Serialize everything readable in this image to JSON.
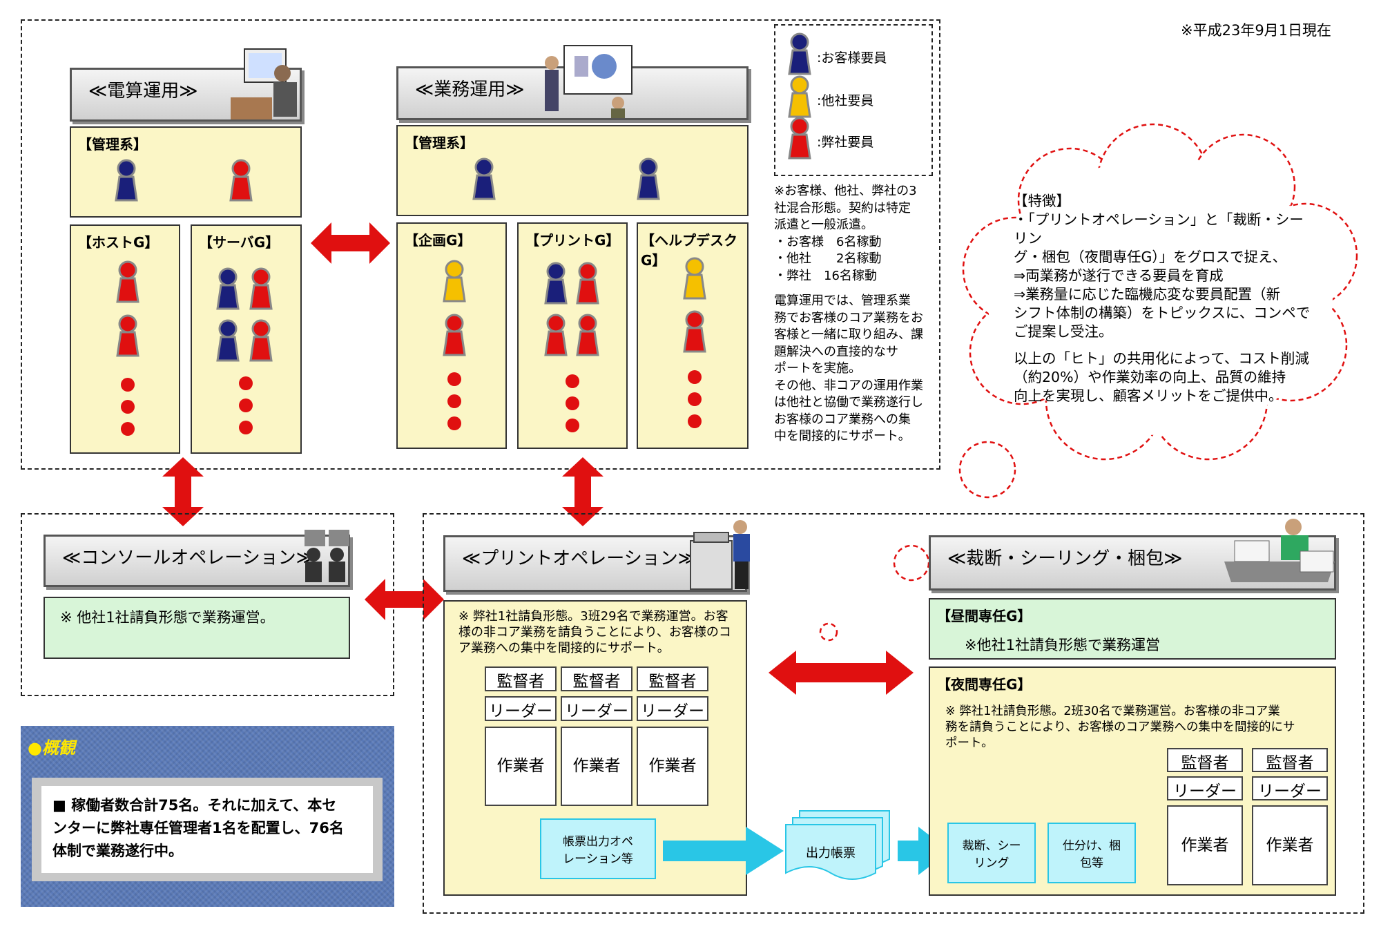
{
  "date_note": "※平成23年9月1日現在",
  "legend": {
    "customer": ":お客様要員",
    "other": ":他社要員",
    "ours": ":弊社要員"
  },
  "dp": {
    "title": "≪電算運用≫",
    "mgmt": "【管理系】",
    "host": "【ホストG】",
    "server": "【サーバG】"
  },
  "biz": {
    "title": "≪業務運用≫",
    "mgmt": "【管理系】",
    "plan": "【企画G】",
    "print": "【プリントG】",
    "help": "【ヘルプデスクG】"
  },
  "side_note": [
    "※お客様、他社、弊社の3",
    "社混合形態。契約は特定",
    "派遣と一般派遣。",
    "・お客様　6名稼動",
    "・他社　　2名稼動",
    "・弊社　16名稼動",
    "",
    "電算運用では、管理系業",
    "務でお客様のコア業務をお",
    "客様と一緒に取り組み、課",
    "題解決への直接的なサ",
    "ポートを実施。",
    "その他、非コアの運用作業",
    "は他社と協働で業務遂行し",
    "お客様のコア業務への集",
    "中を間接的にサポート。"
  ],
  "features": [
    "【特徴】",
    "・「プリントオペレーション」と「裁断・シーリン",
    "グ・梱包（夜間専任G）」をグロスで捉え、",
    "⇒両業務が遂行できる要員を育成",
    "⇒業務量に応じた臨機応変な要員配置（新",
    "シフト体制の構築）をトピックスに、コンペで",
    "ご提案し受注。",
    "",
    "以上の「ヒト」の共用化によって、コスト削減",
    "（約20%）や作業効率の向上、品質の維持",
    "向上を実現し、顧客メリットをご提供中。"
  ],
  "console": {
    "title": "≪コンソールオペレーション≫",
    "note": "※ 他社1社請負形態で業務運営。"
  },
  "printop": {
    "title": "≪プリントオペレーション≫",
    "note": [
      "※ 弊社1社請負形態。3班29名で業務運営。お客",
      "様の非コア業務を請負うことにより、お客様のコ",
      "ア業務への集中を間接的にサポート。"
    ],
    "supervisor": "監督者",
    "leader": "リーダー",
    "worker": "作業者",
    "process": [
      "帳票出力オペ",
      "レーション等"
    ]
  },
  "output": "出力帳票",
  "cut": {
    "title": "≪裁断・シーリング・梱包≫",
    "day": "【昼間専任G】",
    "day_note": "※他社1社請負形態で業務運営",
    "night": "【夜間専任G】",
    "night_note": [
      "※ 弊社1社請負形態。2班30名で業務運営。お客様の非コア業",
      "務を請負うことにより、お客様のコア業務への集中を間接的にサ",
      "ポート。"
    ],
    "proc1": [
      "裁断、シー",
      "リング"
    ],
    "proc2": [
      "仕分け、梱",
      "包等"
    ],
    "supervisor": "監督者",
    "leader": "リーダー",
    "worker": "作業者"
  },
  "summary": {
    "heading": "●概観",
    "text": [
      "■ 稼働者数合計75名。それに加えて、本セ",
      "ンターに弊社専任管理者1名を配置し、76名",
      "体制で業務遂行中。"
    ]
  },
  "colors": {
    "customer": "#1a1f7a",
    "other": "#f5c000",
    "ours": "#e01010",
    "arrow": "#e01010",
    "cyan": "#29c6e6"
  }
}
